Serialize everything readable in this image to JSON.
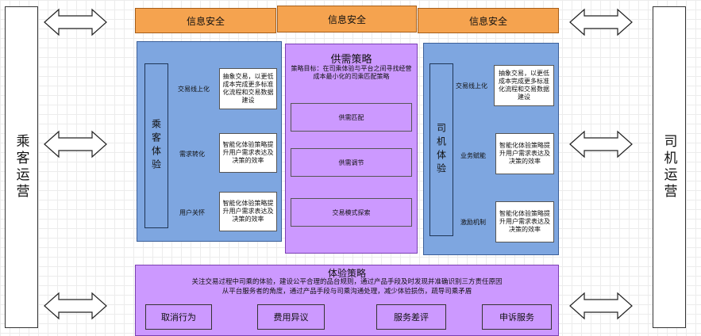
{
  "left_column": {
    "label": "乘客运营"
  },
  "right_column": {
    "label": "司机运营"
  },
  "info_security": [
    "信息安全",
    "信息安全",
    "信息安全"
  ],
  "passenger_panel": {
    "title": "乘客体验",
    "rows": [
      {
        "label": "交易线上化",
        "desc": "抽象交易，以更低成本完成更多标准化流程和交易数据建设"
      },
      {
        "label": "需求转化",
        "desc": "智能化体验策略提升用户需求表达及决策的效率"
      },
      {
        "label": "用户关怀",
        "desc": "智能化体验策略提升用户需求表达及决策的效率"
      }
    ]
  },
  "supply_panel": {
    "title": "供需策略",
    "goal": "策略目标：在司乘体验与平台之间寻找经营成本最小化的司乘匹配策略",
    "items": [
      "供需匹配",
      "供需调节",
      "交易模式探索"
    ]
  },
  "driver_panel": {
    "title": "司机体验",
    "rows": [
      {
        "label": "交易线上化",
        "desc": "抽象交易，以更低成本完成更多标准化流程和交易数据建设"
      },
      {
        "label": "业务赋能",
        "desc": "智能化体验策略提升用户需求表达及决策的效率"
      },
      {
        "label": "激励机制",
        "desc": "智能化体验策略提升用户需求表达及决策的效率"
      }
    ]
  },
  "experience_panel": {
    "title": "体验策略",
    "line1": "关注交易过程中司乘的体验，建设公平合理的品台规则，通过产品手段及时发现并准确识别三方责任原因",
    "line2": "从平台服务者的角度，通过产品手段与司乘沟通处理，减少体验损伤，疏导司乘矛盾",
    "buttons": [
      "取消行为",
      "费用异议",
      "服务差评",
      "申诉服务"
    ]
  }
}
